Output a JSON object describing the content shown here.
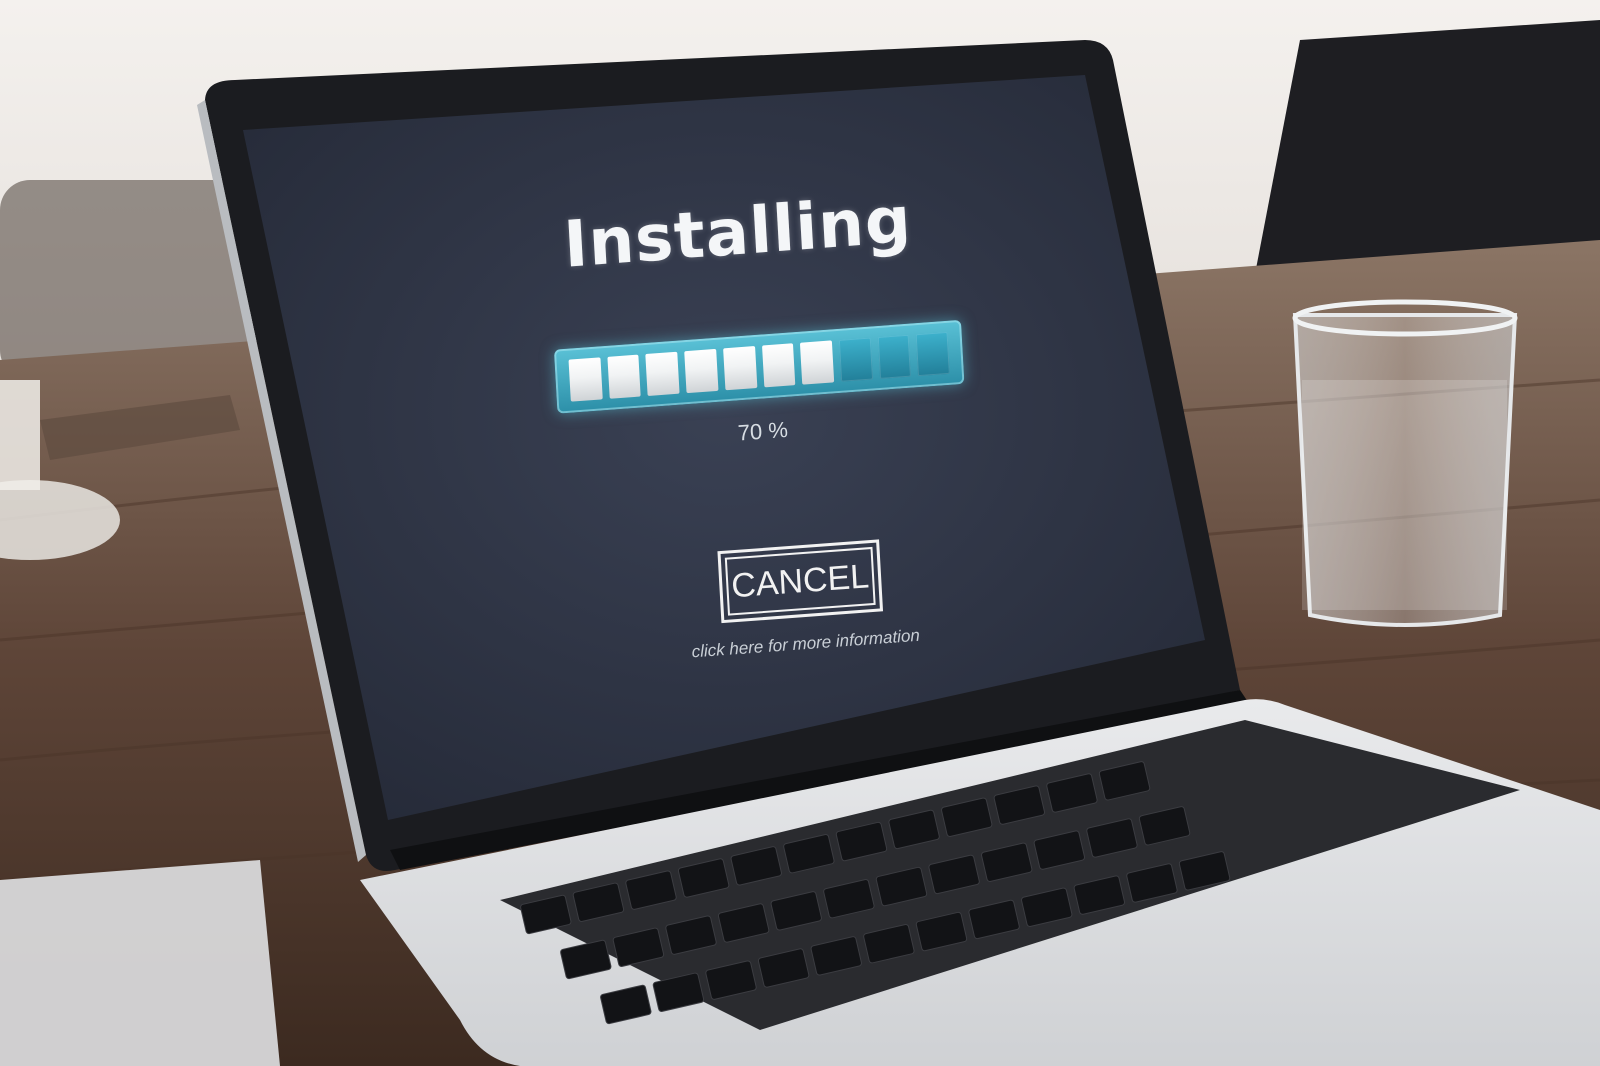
{
  "installer": {
    "title": "Installing",
    "progress": {
      "percent": 70,
      "label": "70 %",
      "segments_total": 10,
      "segments_filled": 7
    },
    "cancel_label": "CANCEL",
    "more_info_text": "click here for more information"
  },
  "colors": {
    "screen_background": "#2e3445",
    "progress_accent": "#4db7cf",
    "progress_filled": "#f4f5f6",
    "text": "#f4f6f8"
  }
}
